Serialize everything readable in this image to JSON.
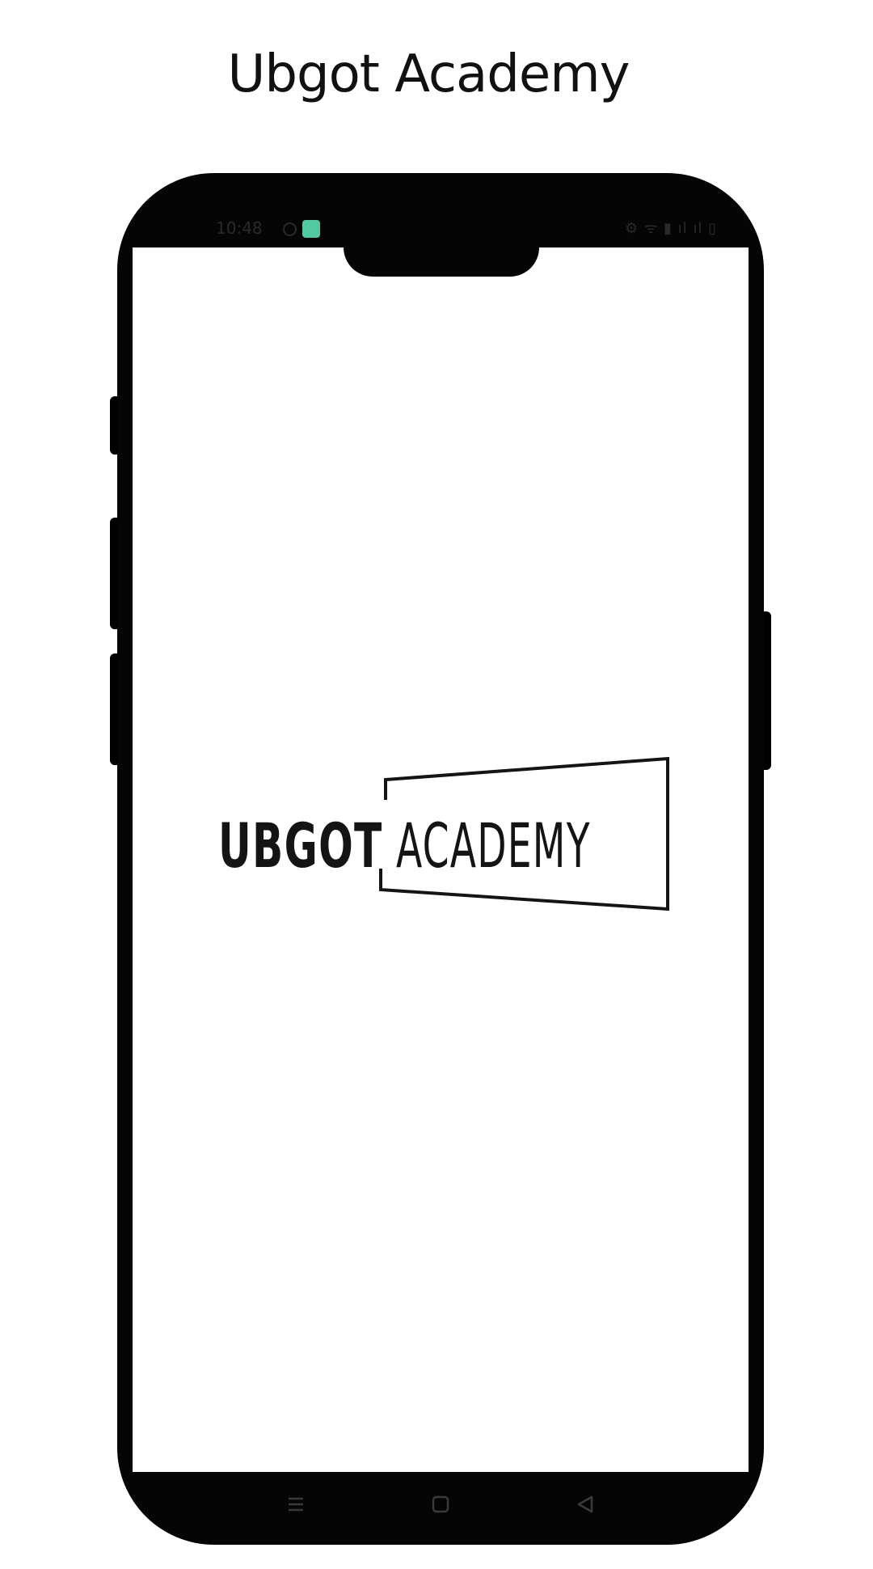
{
  "page": {
    "heading": "Ubgot Academy"
  },
  "status_bar": {
    "time": "10:48",
    "right_icons": "⚙ ᯤ ▮ ıl ıl ▯",
    "notification_color": "#52c9a0"
  },
  "splash": {
    "logo_word_bold": "UBGOT",
    "logo_word_light": "ACADEMY"
  },
  "nav_bar": {
    "icons": [
      "menu-icon",
      "home-square-icon",
      "back-triangle-icon"
    ]
  }
}
